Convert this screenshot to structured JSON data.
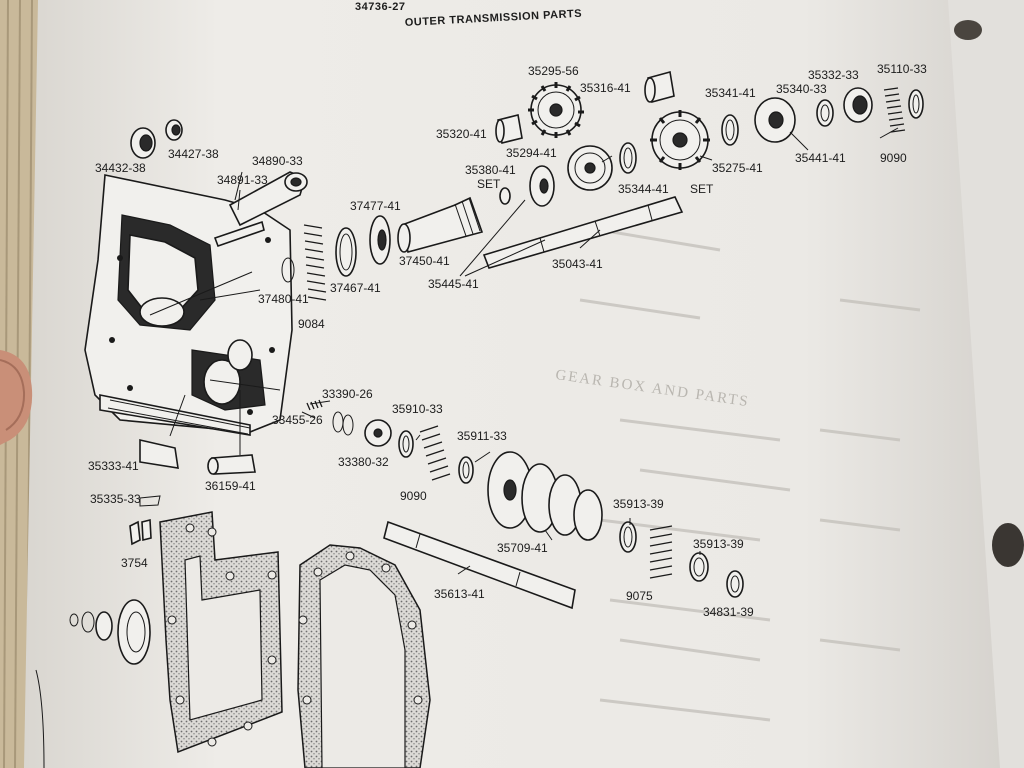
{
  "page": {
    "header_code": "34736-27",
    "header_title": "OUTER TRANSMISSION PARTS",
    "bleed_through_heading": "GEAR BOX AND PARTS"
  },
  "labels": [
    {
      "id": "p35295-56",
      "text": "35295-56"
    },
    {
      "id": "p35316-41",
      "text": "35316-41"
    },
    {
      "id": "p35341-41",
      "text": "35341-41"
    },
    {
      "id": "p35340-33",
      "text": "35340-33"
    },
    {
      "id": "p35332-33",
      "text": "35332-33"
    },
    {
      "id": "p35110-33",
      "text": "35110-33"
    },
    {
      "id": "p35320-41",
      "text": "35320-41"
    },
    {
      "id": "p34432-38",
      "text": "34432-38"
    },
    {
      "id": "p34427-38",
      "text": "34427-38"
    },
    {
      "id": "p34890-33",
      "text": "34890-33"
    },
    {
      "id": "p34891-33",
      "text": "34891-33"
    },
    {
      "id": "p35294-41",
      "text": "35294-41"
    },
    {
      "id": "p35380-41",
      "text": "35380-41"
    },
    {
      "id": "set1",
      "text": "SET"
    },
    {
      "id": "p35344-41",
      "text": "35344-41"
    },
    {
      "id": "set2",
      "text": "SET"
    },
    {
      "id": "p35275-41",
      "text": "35275-41"
    },
    {
      "id": "p35441-41",
      "text": "35441-41"
    },
    {
      "id": "p9090a",
      "text": "9090"
    },
    {
      "id": "p37477-41",
      "text": "37477-41"
    },
    {
      "id": "p37450-41",
      "text": "37450-41"
    },
    {
      "id": "p35043-41",
      "text": "35043-41"
    },
    {
      "id": "p37480-41",
      "text": "37480-41"
    },
    {
      "id": "p37467-41",
      "text": "37467-41"
    },
    {
      "id": "p35445-41",
      "text": "35445-41"
    },
    {
      "id": "p9084",
      "text": "9084"
    },
    {
      "id": "p33390-26",
      "text": "33390-26"
    },
    {
      "id": "p35910-33",
      "text": "35910-33"
    },
    {
      "id": "p33455-26",
      "text": "33455-26"
    },
    {
      "id": "p35911-33",
      "text": "35911-33"
    },
    {
      "id": "p33380-32",
      "text": "33380-32"
    },
    {
      "id": "p9090b",
      "text": "9090"
    },
    {
      "id": "p35333-41",
      "text": "35333-41"
    },
    {
      "id": "p36159-41",
      "text": "36159-41"
    },
    {
      "id": "p35913-39a",
      "text": "35913-39"
    },
    {
      "id": "p35335-33",
      "text": "35335-33"
    },
    {
      "id": "p35709-41",
      "text": "35709-41"
    },
    {
      "id": "p35913-39b",
      "text": "35913-39"
    },
    {
      "id": "p3754",
      "text": "3754"
    },
    {
      "id": "p35613-41",
      "text": "35613-41"
    },
    {
      "id": "p9075",
      "text": "9075"
    },
    {
      "id": "p34831-39",
      "text": "34831-39"
    }
  ],
  "colors": {
    "paper": "#eceae6",
    "ink": "#1d1d1d",
    "background": "#3a3632",
    "binder_edge": "#c9b99a",
    "skin": "#c98f78"
  }
}
